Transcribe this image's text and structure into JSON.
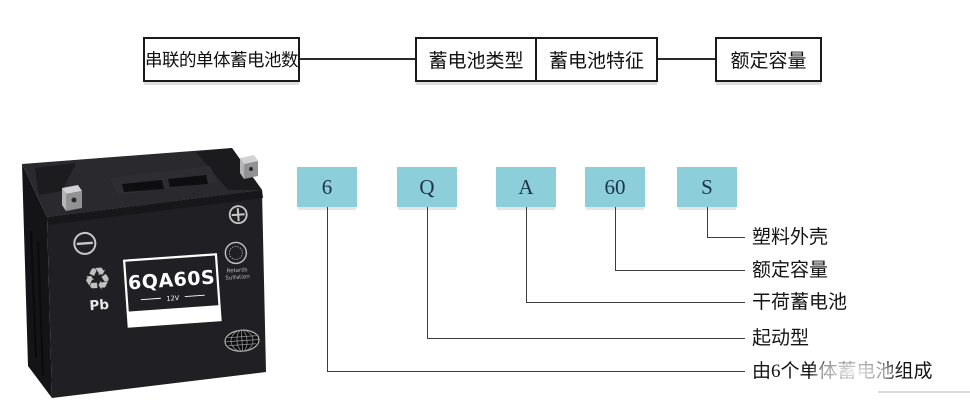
{
  "colors": {
    "code_box_bg": "#8cced9",
    "code_text": "#1d3347",
    "line": "#3d3d3d",
    "battery_body": "#202024"
  },
  "header_boxes": [
    {
      "label": "串联的单体蓄电池数"
    },
    {
      "label": "蓄电池类型"
    },
    {
      "label": "蓄电池特征"
    },
    {
      "label": "额定容量"
    }
  ],
  "code_boxes": [
    {
      "char": "6"
    },
    {
      "char": "Q"
    },
    {
      "char": "A"
    },
    {
      "char": "60"
    },
    {
      "char": "S"
    }
  ],
  "meanings": [
    {
      "label": "塑料外壳"
    },
    {
      "label": "额定容量"
    },
    {
      "label": "干荷蓄电池"
    },
    {
      "label": "起动型"
    },
    {
      "label": "由6个单体蓄电池组成"
    }
  ],
  "battery": {
    "model": "6QA60S",
    "voltage": "12V",
    "element": "Pb",
    "recycle_icon": "♻",
    "badge_line1": "Retards",
    "badge_line2": "Sulfation"
  }
}
